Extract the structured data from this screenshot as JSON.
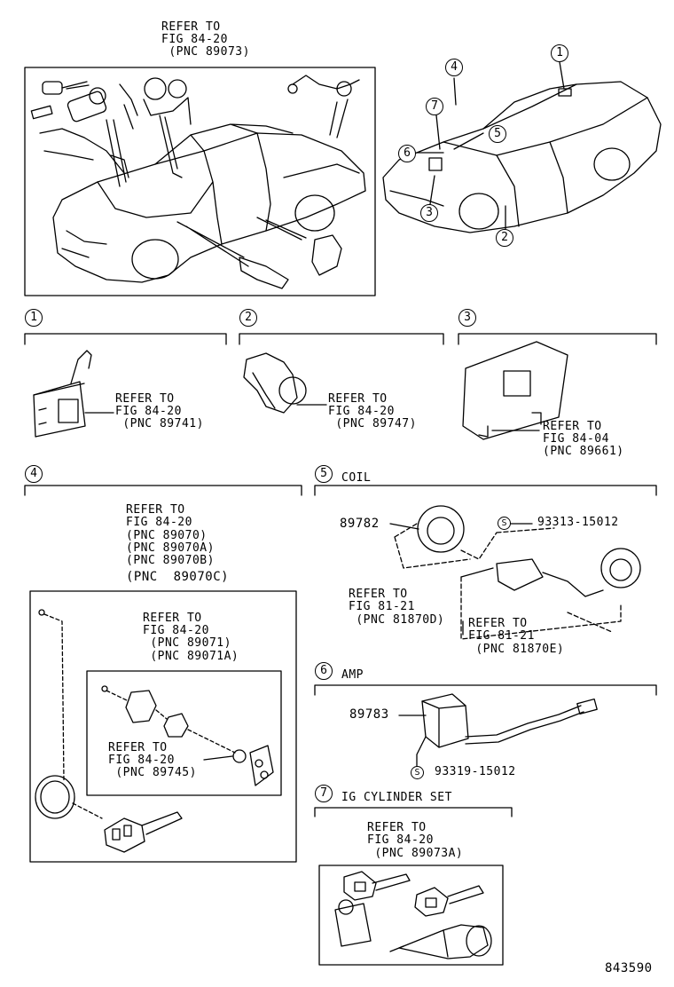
{
  "top_left": {
    "ref_lines": [
      "REFER TO",
      "FIG 84-20",
      " (PNC 89073)"
    ]
  },
  "callouts_top": [
    "1",
    "2",
    "3",
    "4",
    "5",
    "6",
    "7"
  ],
  "section1": {
    "num": "1",
    "ref_lines": [
      "REFER TO",
      "FIG 84-20",
      " (PNC 89741)"
    ]
  },
  "section2": {
    "num": "2",
    "ref_lines": [
      "REFER TO",
      "FIG 84-20",
      " (PNC 89747)"
    ]
  },
  "section3": {
    "num": "3",
    "ref_lines": [
      "REFER TO",
      "FIG 84-04",
      "(PNC 89661)"
    ]
  },
  "section4": {
    "num": "4",
    "ref_outer": [
      "REFER TO",
      "FIG 84-20",
      "(PNC 89070)",
      "(PNC 89070A)",
      "(PNC 89070B)"
    ],
    "ref_outer_last": "(PNC  89070C)",
    "ref_inner": [
      "REFER TO",
      "FIG 84-20",
      " (PNC 89071)",
      " (PNC 89071A)"
    ],
    "ref_key": [
      "REFER TO",
      "FIG 84-20",
      " (PNC 89745)"
    ]
  },
  "section5": {
    "num": "5",
    "title": "COIL",
    "part_coil": "89782",
    "screw_symbol": "S",
    "part_screw": "93313-15012",
    "ref_a": [
      "REFER TO",
      "FIG 81-21",
      " (PNC 81870D)"
    ],
    "ref_b": [
      "REFER TO",
      "FIG 81-21",
      " (PNC 81870E)"
    ]
  },
  "section6": {
    "num": "6",
    "title": "AMP",
    "part_amp": "89783",
    "screw_symbol": "S",
    "part_screw": "93319-15012"
  },
  "section7": {
    "num": "7",
    "title": "IG CYLINDER SET",
    "ref_lines": [
      "REFER TO",
      "FIG 84-20",
      " (PNC 89073A)"
    ]
  },
  "figure_number": "843590"
}
